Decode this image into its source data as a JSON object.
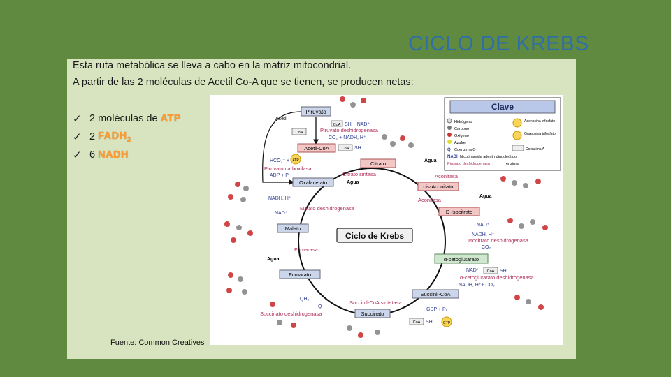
{
  "title": "CICLO DE KREBS",
  "intro": {
    "line1": "Esta ruta metabólica se lleva a cabo en la matriz mitocondrial.",
    "line2": "A partir de las 2 moléculas de Acetil Co-A que se tienen, se producen netas:"
  },
  "bullets": [
    {
      "check": "✓",
      "prefix": "2 moléculas de ",
      "highlight": "ATP",
      "sub": ""
    },
    {
      "check": "✓",
      "prefix": "2 ",
      "highlight": "FADH",
      "sub": "2"
    },
    {
      "check": "✓",
      "prefix": "6 ",
      "highlight": "NADH",
      "sub": ""
    }
  ],
  "source": "Fuente: Common Creatives",
  "diagram": {
    "center": "Ciclo de Krebs",
    "piruvato": "Piruvato",
    "acetil": "Acetil",
    "coa": "CoA",
    "sh_nad": "SH + NAD⁺",
    "piruvato_dh": "Piruvato deshidrogenasa",
    "co2_nadh": "CO₂ + NADH, H⁺",
    "acetil_coa": "Acetil-CoA",
    "sh": "SH",
    "hco3": "HCO₃⁻ +",
    "atp": "ATP",
    "adp": "ADP + Pᵢ",
    "piruvato_carboxilasa": "Piruvato carboxilasa",
    "citrato_sintasa": "Citrato sintasa",
    "agua": "Agua",
    "citrato": "Citrato",
    "oxalacetato": "Oxalacetato",
    "aconitasa1": "Aconitasa",
    "cis_aconitato": "cis-Aconitato",
    "aconitasa2": "Aconitasa",
    "nadh_h": "NADH, H⁺",
    "nad": "NAD⁺",
    "malato_dh": "Malato deshidrogenasa",
    "d_isocitrato": "D-Isocitrato",
    "malato": "Malato",
    "isocitrato_dh": "Isocitrato deshidrogenasa",
    "co2": "CO₂",
    "fumarasa": "Fumarasa",
    "a_ceto": "α-cetoglutarato",
    "fumarato": "Fumarato",
    "a_ceto_dh": "α-cetoglutarato deshidrogenasa",
    "nadh_co2": "NADH, H⁺+ CO₂",
    "qh2": "QH₂",
    "q": "Q",
    "succinil_sintetasa": "Succinil-CoA sintetasa",
    "succinil_coa": "Succinil-CoA",
    "succinato_dh": "Succinato deshidrogenasa",
    "succinato": "Succinato",
    "gdp": "GDP + Pᵢ",
    "gtp": "GTP",
    "key": {
      "title": "Clave",
      "items": [
        "Hidrógeno",
        "Carbono",
        "Oxígeno",
        "Azufre",
        "Coenzima Q",
        "Nicotinamida adenín dinucleótido",
        "Piruvato deshidrogenasa"
      ],
      "items_right": [
        "Adenosina trifosfato",
        "Guanosina trifosfato",
        "Coenzima A",
        "enzima"
      ],
      "q": "Q",
      "nadh": "NADH"
    }
  }
}
